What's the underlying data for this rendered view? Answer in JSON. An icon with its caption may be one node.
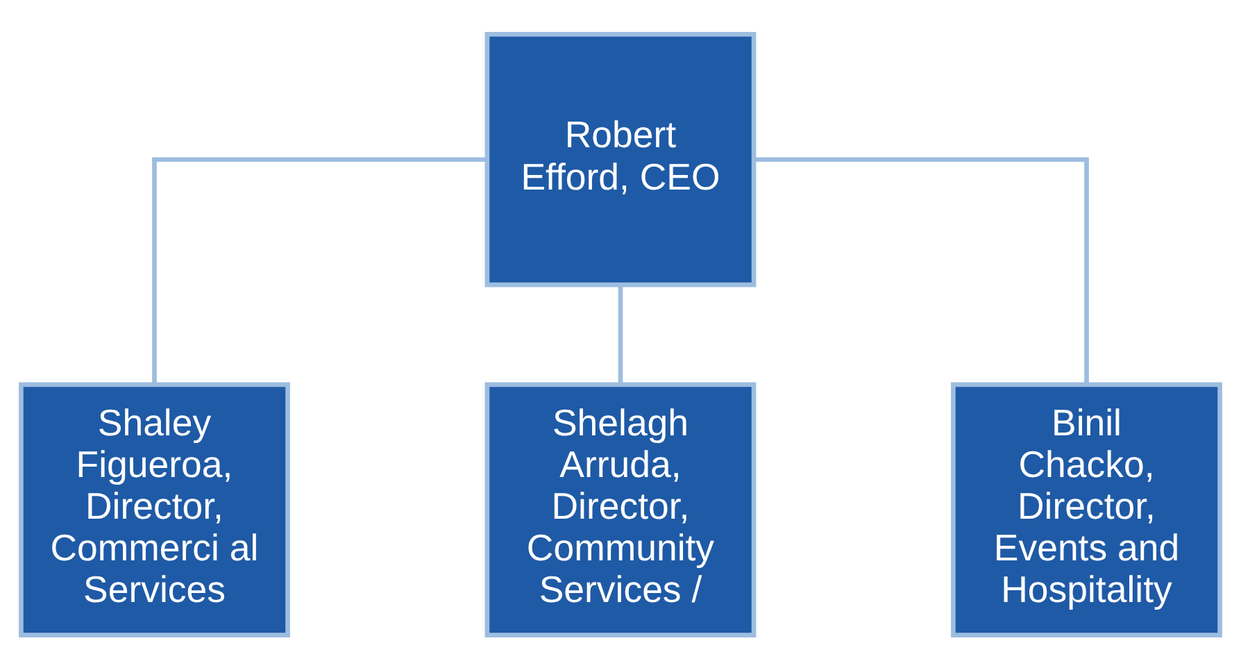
{
  "diagram": {
    "nodes": [
      {
        "text": [
          "Robert Efford, CEO"
        ]
      },
      {
        "text": [
          "Shaley Figueroa, Director, Commerci al Services"
        ]
      },
      {
        "text": [
          "Shelagh Arruda, Director, Community Services /"
        ]
      },
      {
        "text": [
          "Binil Chacko, Director, Events and Hospitality"
        ]
      }
    ],
    "edges": [
      {
        "from": 0,
        "to": 1,
        "arrow": "none"
      },
      {
        "from": 0,
        "to": 2,
        "arrow": "none"
      },
      {
        "from": 0,
        "to": 3,
        "arrow": "none"
      }
    ]
  }
}
